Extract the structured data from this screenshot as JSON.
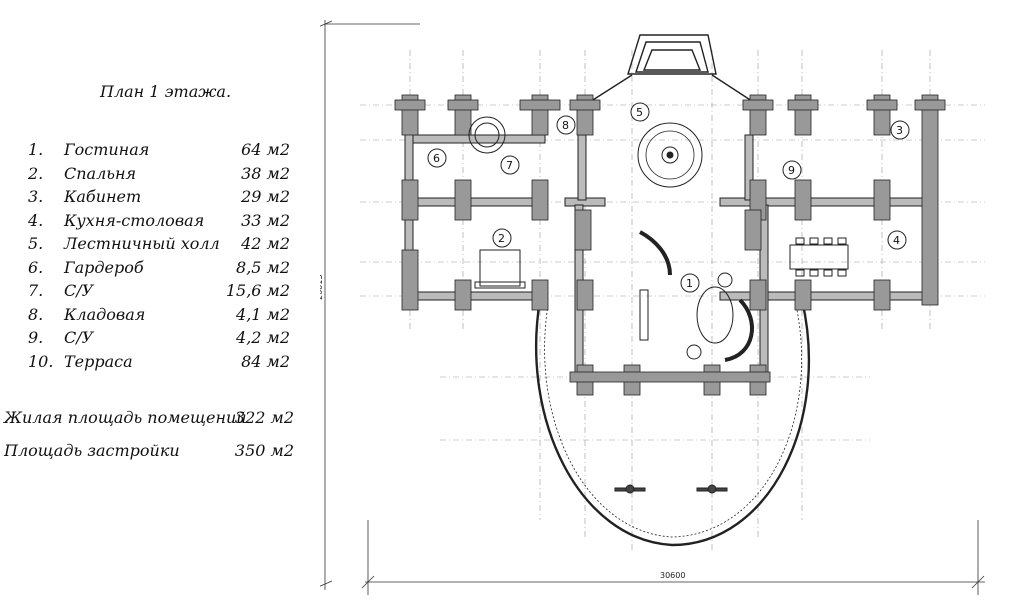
{
  "plan_title": "План 1 этажа.",
  "rooms": [
    {
      "num": "1.",
      "name": "Гостиная",
      "area": "64 м2"
    },
    {
      "num": "2.",
      "name": "Спальня",
      "area": "38 м2"
    },
    {
      "num": "3.",
      "name": "Кабинет",
      "area": "29 м2"
    },
    {
      "num": "4.",
      "name": "Кухня-столовая",
      "area": "33 м2"
    },
    {
      "num": "5.",
      "name": "Лестничный холл",
      "area": "42 м2"
    },
    {
      "num": "6.",
      "name": "Гардероб",
      "area": "8,5 м2"
    },
    {
      "num": "7.",
      "name": "С/У",
      "area": "15,6 м2"
    },
    {
      "num": "8.",
      "name": "Кладовая",
      "area": "4,1 м2"
    },
    {
      "num": "9.",
      "name": "С/У",
      "area": "4,2 м2"
    },
    {
      "num": "10.",
      "name": "Терраса",
      "area": "84 м2"
    }
  ],
  "summary": {
    "living_label": "Жилая площадь помещений",
    "living_value": "322 м2",
    "built_label": "Площадь застройки",
    "built_value": "350 м2"
  },
  "dimensions": {
    "width": "30600",
    "height": "26013"
  },
  "plan_labels": [
    "1",
    "2",
    "3",
    "4",
    "5",
    "6",
    "7",
    "8",
    "9"
  ]
}
